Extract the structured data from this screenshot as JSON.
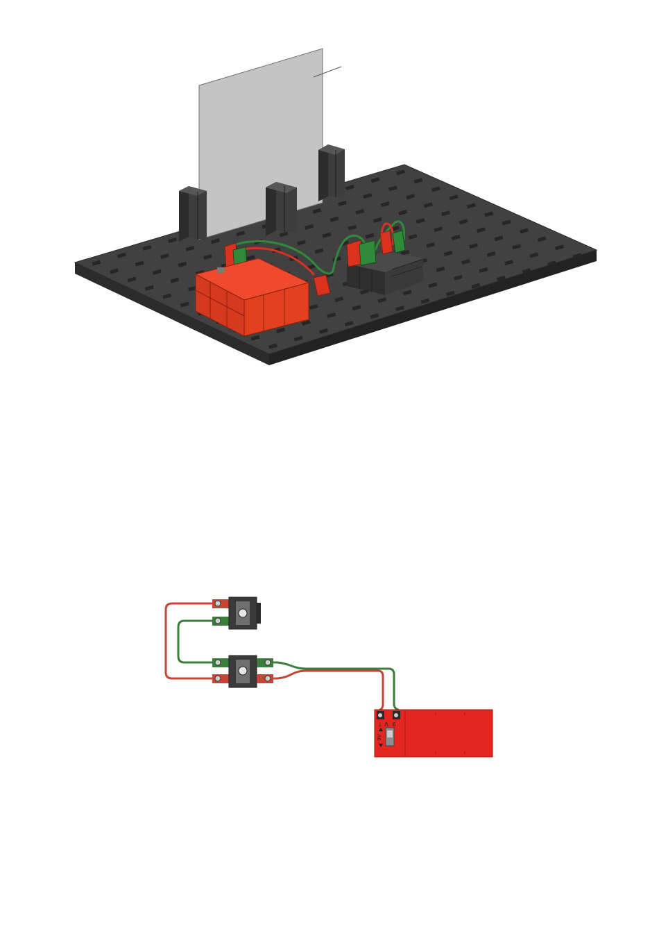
{
  "page": {
    "background": "#ffffff"
  },
  "assembly": {
    "colors": {
      "baseplate_top": "#3f3f3f",
      "baseplate_side": "#2b2b2b",
      "slot": "#222222",
      "panel": "#c3c3c3",
      "holder": "#3a3a3a",
      "battery": "#e53a1e",
      "wire_red": "#d9321e",
      "wire_green": "#2f8a3a"
    },
    "icons": [
      "baseplate",
      "glass-panel",
      "panel-holder",
      "battery-box",
      "switch-block",
      "plug"
    ]
  },
  "wiring": {
    "colors": {
      "wire_red": "#c94336",
      "wire_green": "#3b7d3a",
      "battery": "#e3261f",
      "switch_body": "#3a3a3a"
    },
    "battery": {
      "terminal_symbol_left": "⊥",
      "terminal_symbol_right": "Λ",
      "label_digit": "6",
      "switch_label": "9V"
    }
  }
}
